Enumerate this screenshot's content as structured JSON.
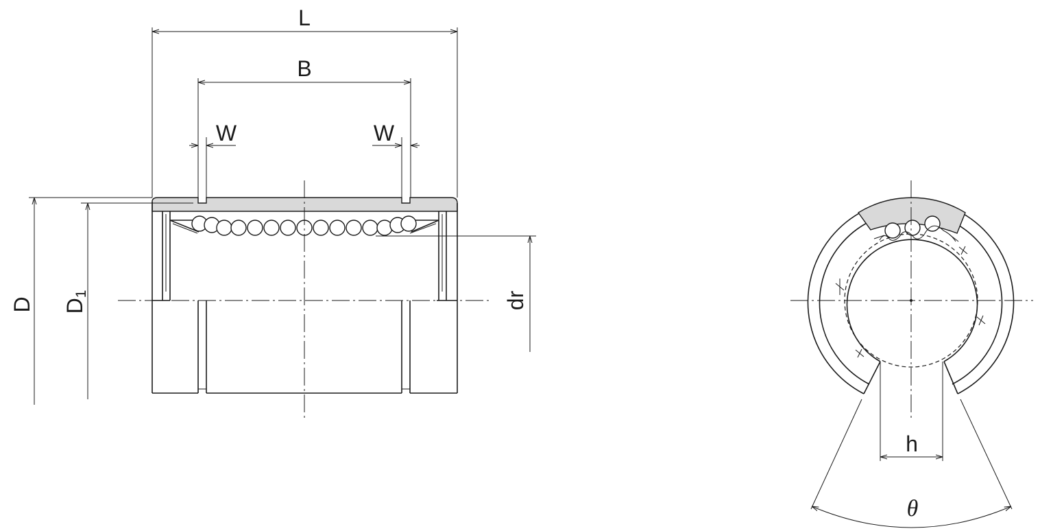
{
  "labels": {
    "L": "L",
    "B": "B",
    "W_left": "W",
    "W_right": "W",
    "D": "D",
    "D1_main": "D",
    "D1_sub": "1",
    "dr": "dr",
    "h": "h",
    "theta": "θ"
  },
  "colors": {
    "line": "#1a1a1a",
    "housing_fill": "#d9d9d9",
    "ball_fill": "#ffffff"
  }
}
